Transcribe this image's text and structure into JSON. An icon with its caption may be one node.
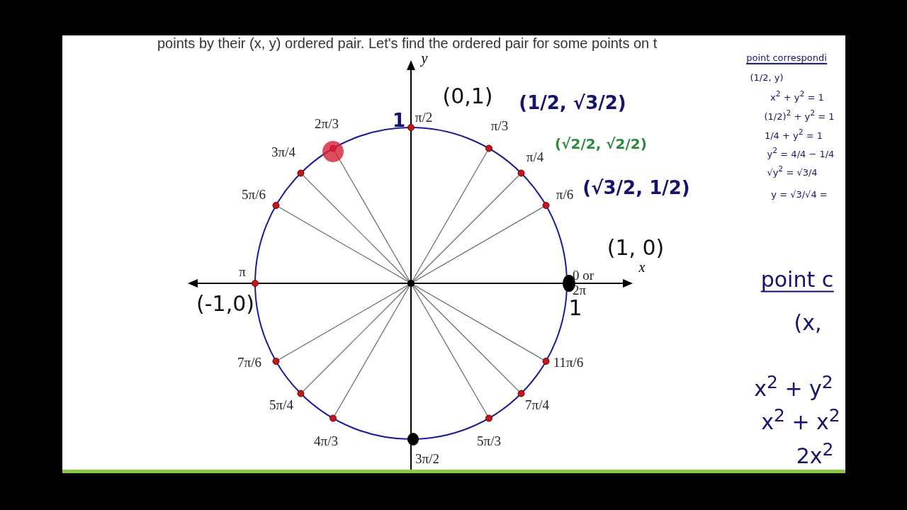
{
  "diagram": {
    "labels": [
      "points by their (x, y) ordered pair. Let's find the ordered pair for some points on t",
      "y",
      "x",
      "π/2",
      "2π/3",
      "π/3",
      "3π/4",
      "π/4",
      "5π/6",
      "π/6",
      "π",
      "0 or 2π",
      "7π/6",
      "11π/6",
      "5π/4",
      "7π/4",
      "4π/3",
      "5π/3",
      "3π/2",
      "1",
      "(0,1)",
      "(1/2, √3/2)",
      "(√2/2, √2/2)",
      "(√3/2, 1/2)",
      "(1, 0)",
      "(-1,0)",
      "1",
      "point correspondi",
      "(1/2, y)",
      "x$^{2}$ + y$^{2}$ = 1",
      "(1/2)$^{2}$ + y$^{2}$ = 1",
      "1/4 + y$^{2}$ = 1",
      "y$^{2}$ = 4/4 − 1/4",
      "√y$^{2}$ = √3/4",
      "y = √3/√4 =",
      "point c",
      "(x,",
      "x$^{2}$ + y$^{2}$",
      "x$^{2}$ + x$^{2}$",
      "2x$^{2}$"
    ]
  }
}
